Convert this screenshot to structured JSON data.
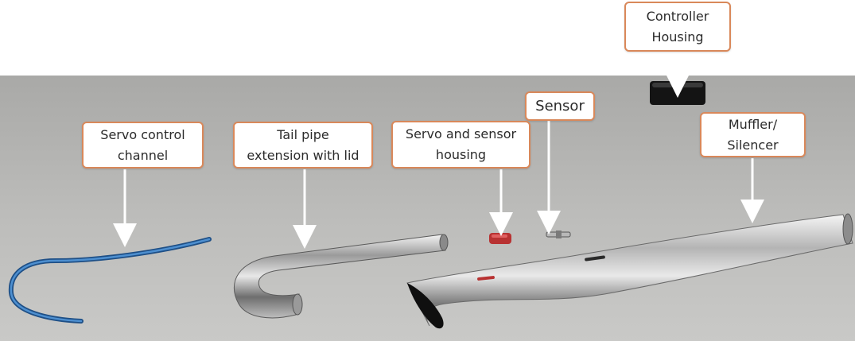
{
  "labels": {
    "controller_housing": [
      "Controller",
      "Housing"
    ],
    "sensor": [
      "Sensor"
    ],
    "servo_control_channel": [
      "Servo control",
      "channel"
    ],
    "tail_pipe": [
      "Tail pipe",
      "extension with lid"
    ],
    "servo_sensor_housing": [
      "Servo and sensor",
      "housing"
    ],
    "muffler": [
      "Muffler/",
      "Silencer"
    ]
  },
  "colors": {
    "label_border": "#d9885a",
    "backdrop": "#b3b3b1",
    "arrow": "#ffffff",
    "servo_channel": "#2d6fb3",
    "servo_housing": "#b83232",
    "controller_housing": "#141414",
    "steel": "#c8c8c8"
  }
}
